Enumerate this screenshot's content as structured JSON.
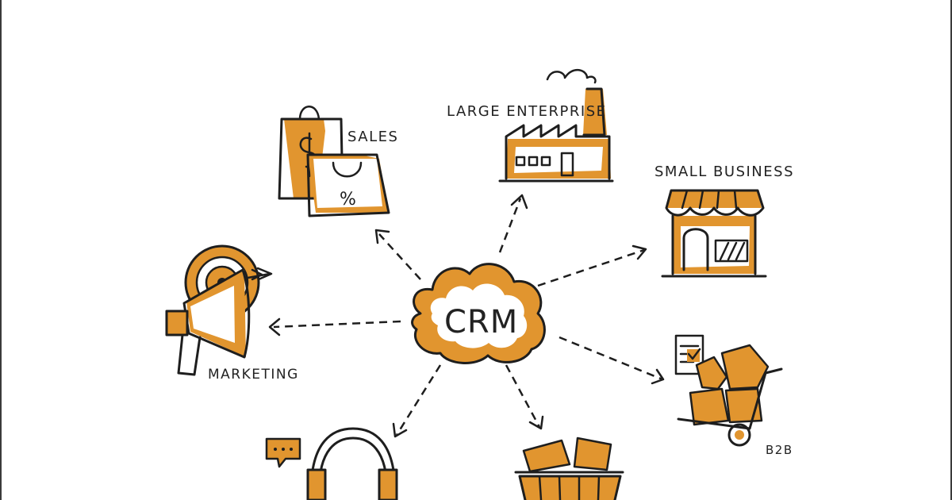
{
  "diagram": {
    "center": "CRM",
    "nodes": [
      {
        "id": "sales",
        "label": "SALES",
        "icon": "shopping-bags-icon"
      },
      {
        "id": "large-enterprise",
        "label": "LARGE ENTERPRISE",
        "icon": "factory-icon"
      },
      {
        "id": "small-business",
        "label": "SMALL BUSINESS",
        "icon": "storefront-icon"
      },
      {
        "id": "b2b",
        "label": "B2B",
        "icon": "hand-truck-icon"
      },
      {
        "id": "marketing",
        "label": "MARKETING",
        "icon": "megaphone-target-icon"
      },
      {
        "id": "support",
        "label": "",
        "icon": "headset-icon"
      },
      {
        "id": "retail",
        "label": "",
        "icon": "shopping-basket-icon"
      }
    ],
    "edges": [
      {
        "from": "crm",
        "to": "sales"
      },
      {
        "from": "crm",
        "to": "large-enterprise"
      },
      {
        "from": "crm",
        "to": "small-business"
      },
      {
        "from": "crm",
        "to": "b2b"
      },
      {
        "from": "crm",
        "to": "marketing"
      },
      {
        "from": "crm",
        "to": "support"
      },
      {
        "from": "crm",
        "to": "retail"
      }
    ]
  },
  "colors": {
    "accent": "#e1952f",
    "ink": "#1e1e1e",
    "background": "#ffffff"
  }
}
